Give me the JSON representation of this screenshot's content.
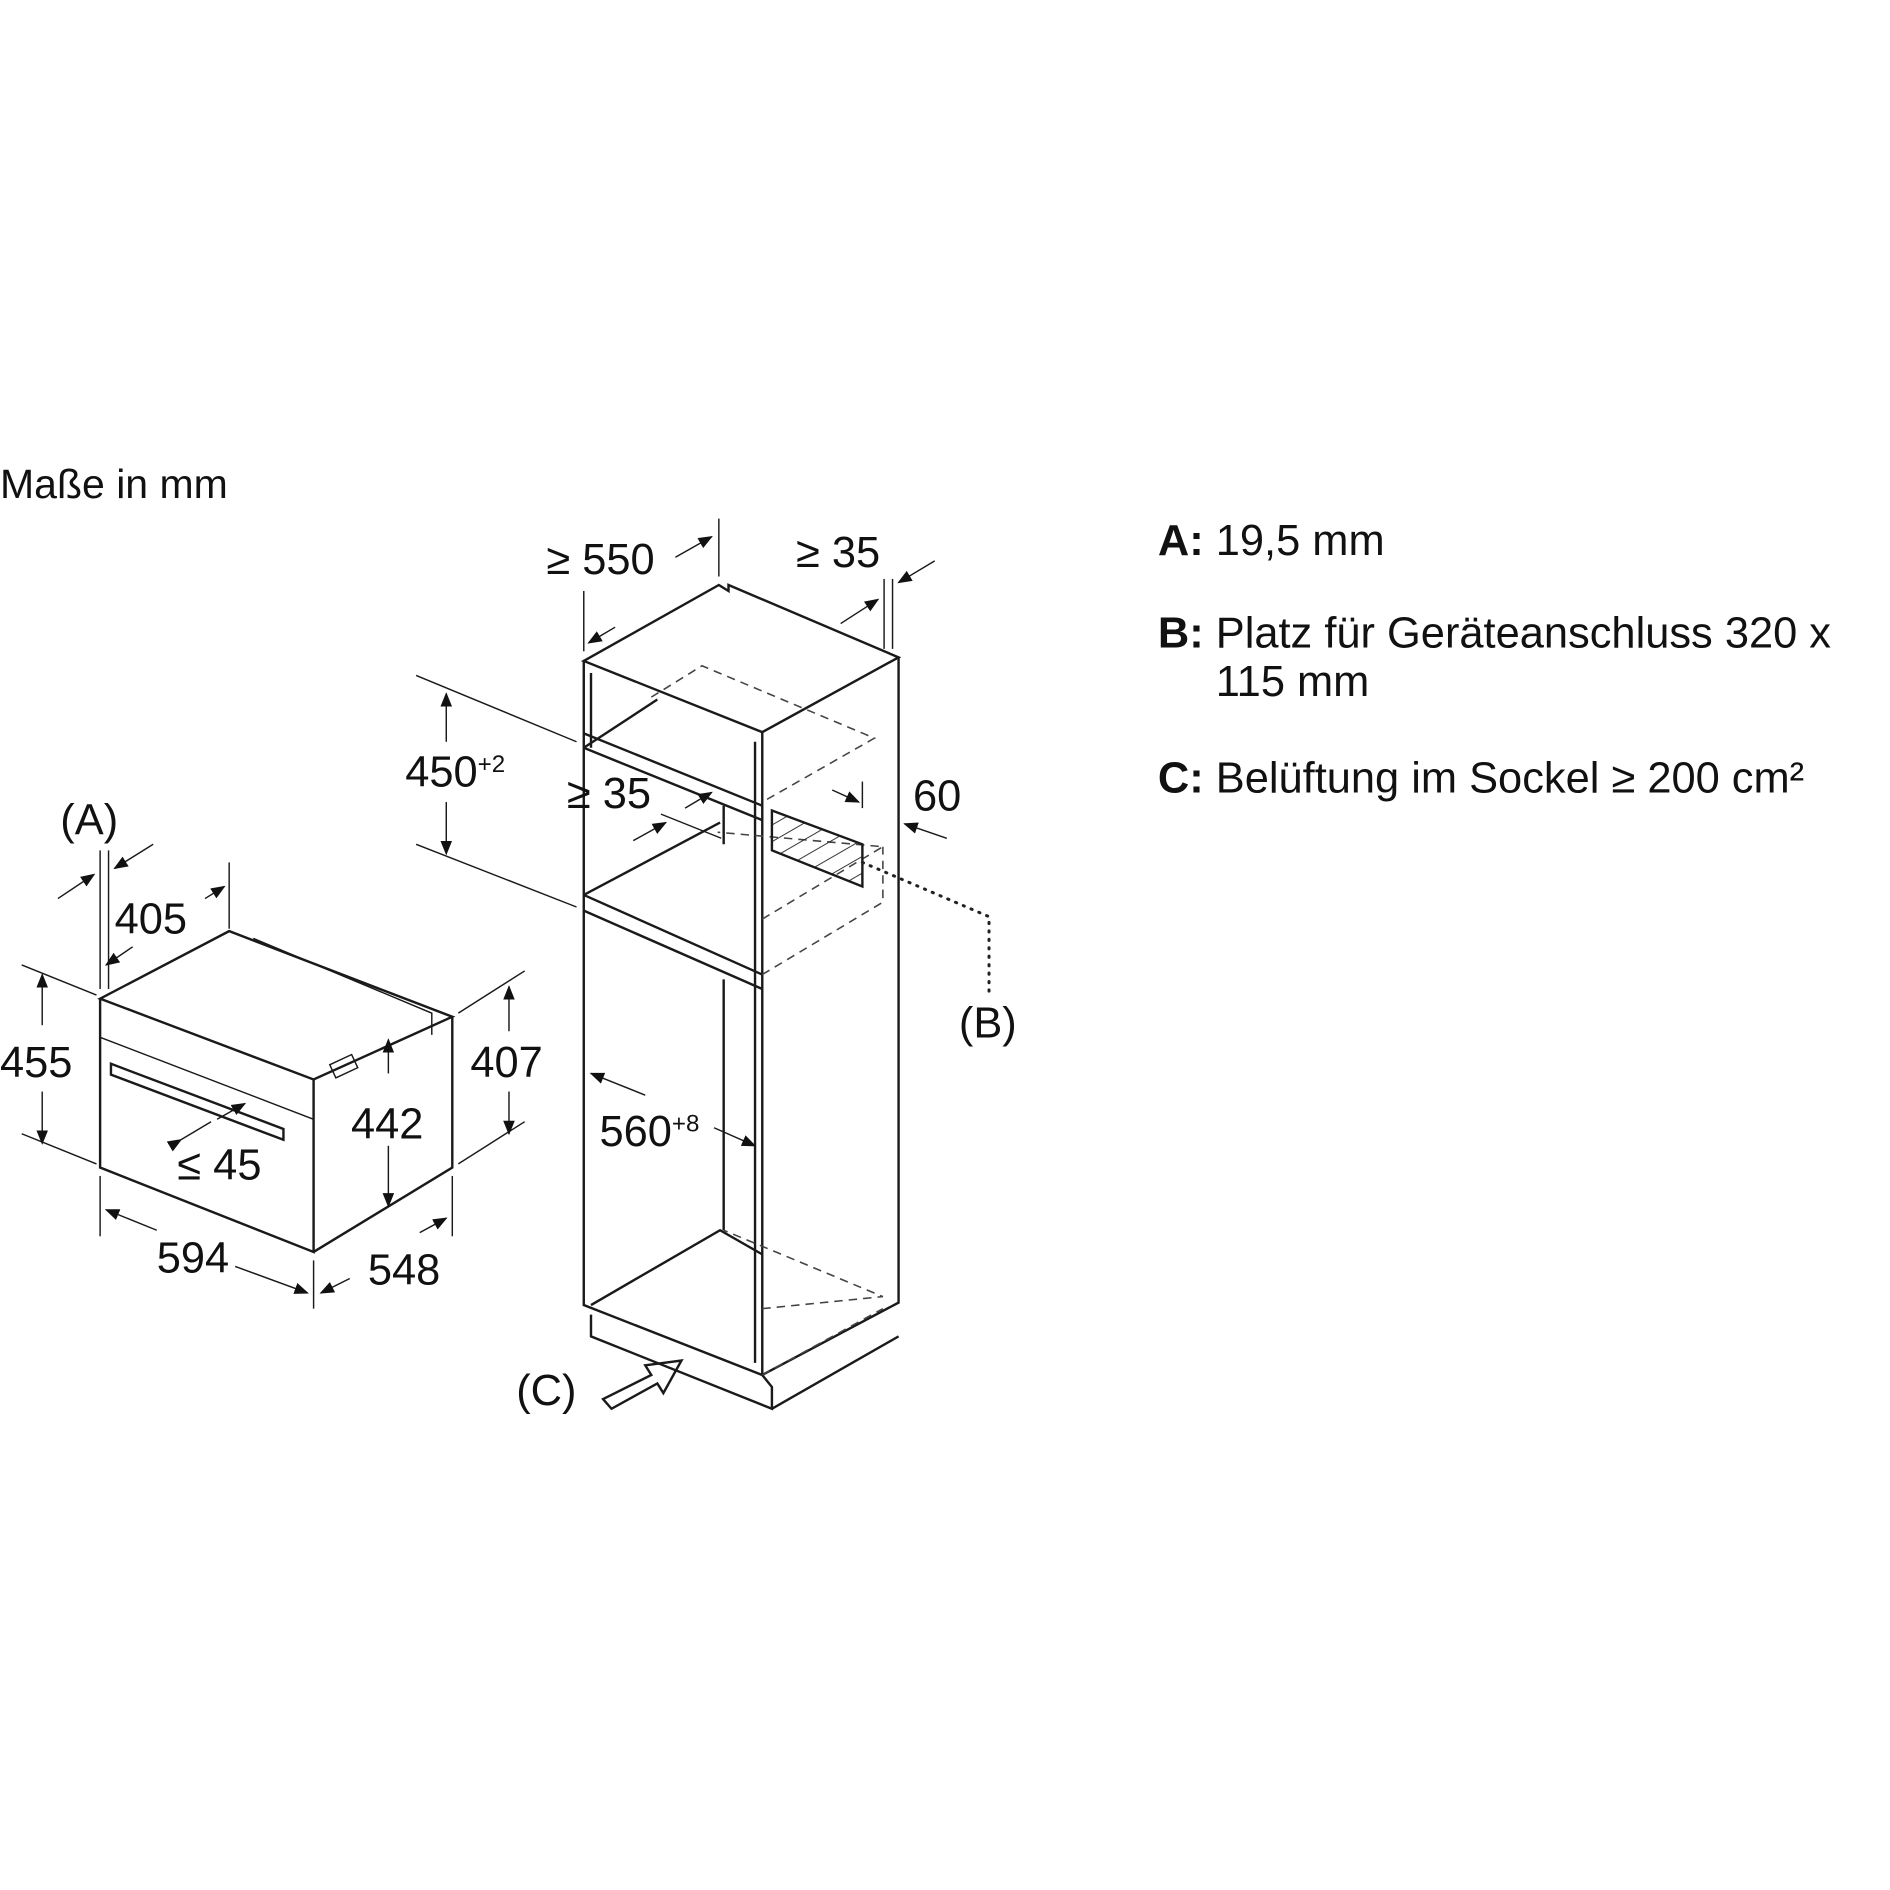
{
  "title": "Maße in mm",
  "oven_dims": {
    "A_marker": "(A)",
    "a405": "405",
    "h455": "455",
    "h442": "442",
    "h407": "407",
    "le45": "≤ 45",
    "w594": "594",
    "d548": "548"
  },
  "cabinet_dims": {
    "ge550": "≥ 550",
    "ge35_top": "≥ 35",
    "h450": "450",
    "h450_tol": "+2",
    "ge35_inner": "≥ 35",
    "d60": "60",
    "w560": "560",
    "w560_tol": "+8",
    "B_marker": "(B)",
    "C_marker": "(C)"
  },
  "legend": [
    {
      "key": "A:",
      "text": "19,5 mm"
    },
    {
      "key": "B:",
      "text": "Platz für Geräteanschluss 320 x",
      "text2": "115 mm"
    },
    {
      "key": "C:",
      "text": "Belüftung im Sockel ≥ 200 cm²"
    }
  ]
}
